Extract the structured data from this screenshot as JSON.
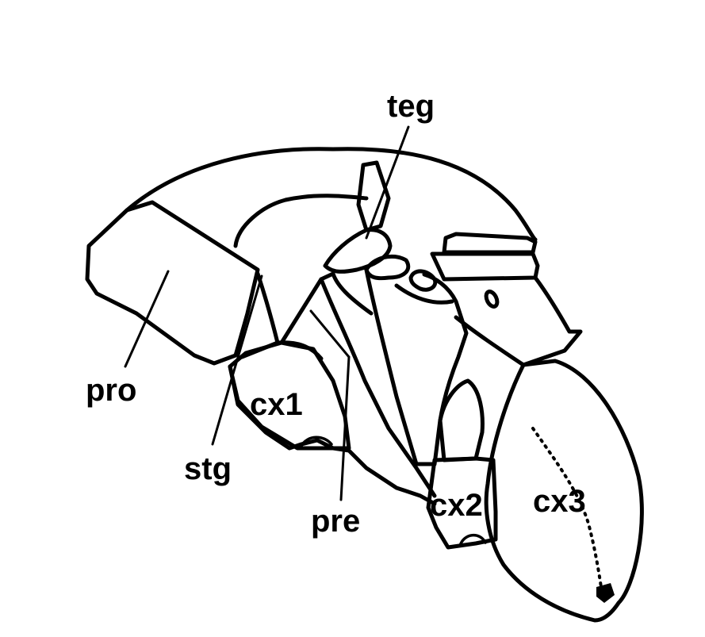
{
  "labels": {
    "teg": "teg",
    "pro": "pro",
    "stg": "stg",
    "cx1": "cx1",
    "pre": "pre",
    "cx2": "cx2",
    "cx3": "cx3"
  },
  "colors": {
    "line": "#000000",
    "background": "#ffffff"
  }
}
